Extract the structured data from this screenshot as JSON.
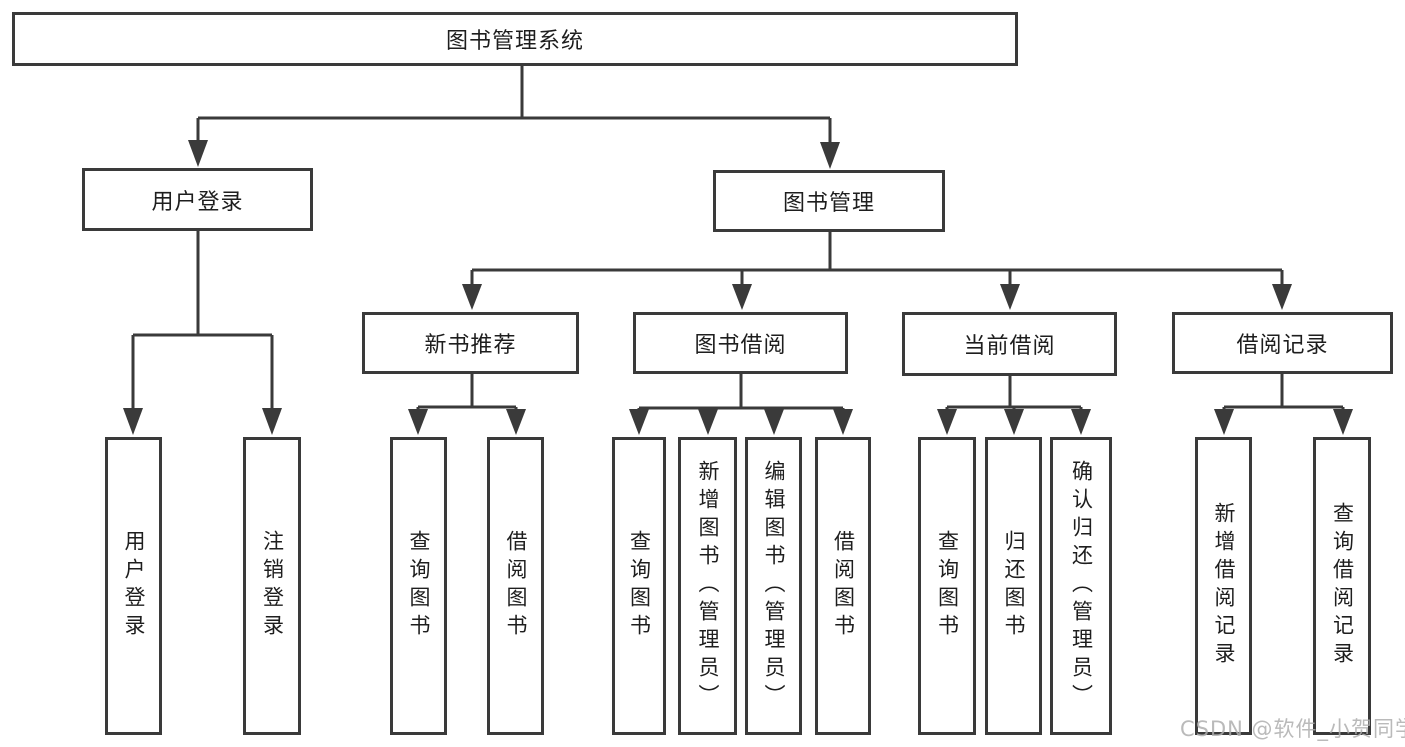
{
  "diagram": {
    "root": {
      "label": "图书管理系统"
    },
    "children": [
      {
        "label": "用户登录",
        "children": [
          {
            "label": "用户登录"
          },
          {
            "label": "注销登录"
          }
        ]
      },
      {
        "label": "图书管理",
        "children": [
          {
            "label": "新书推荐",
            "children": [
              {
                "label": "查询图书"
              },
              {
                "label": "借阅图书"
              }
            ]
          },
          {
            "label": "图书借阅",
            "children": [
              {
                "label": "查询图书"
              },
              {
                "label": "新增图书（管理员）"
              },
              {
                "label": "编辑图书（管理员）"
              },
              {
                "label": "借阅图书"
              }
            ]
          },
          {
            "label": "当前借阅",
            "children": [
              {
                "label": "查询图书"
              },
              {
                "label": "归还图书"
              },
              {
                "label": "确认归还（管理员）"
              }
            ]
          },
          {
            "label": "借阅记录",
            "children": [
              {
                "label": "新增借阅记录"
              },
              {
                "label": "查询借阅记录"
              }
            ]
          }
        ]
      }
    ],
    "colors": {
      "line": "#3a3a3a",
      "text": "#1e1e1e",
      "background": "#ffffff",
      "watermark": "#aeaeae"
    }
  },
  "watermark": {
    "text": "CSDN @软件_小贺同学"
  }
}
